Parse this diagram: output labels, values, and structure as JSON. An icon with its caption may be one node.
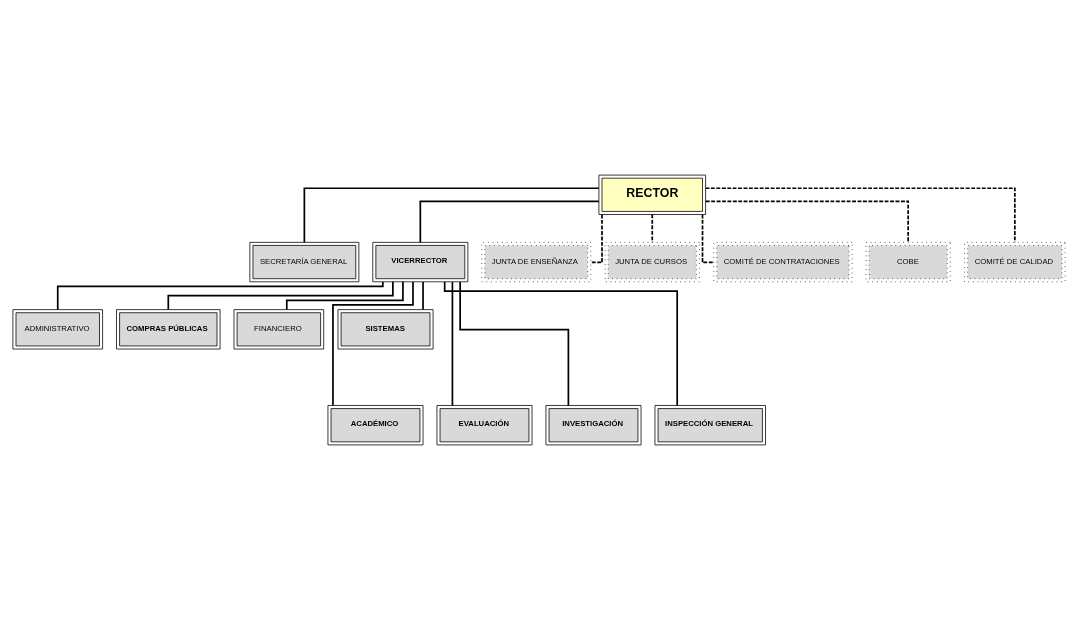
{
  "diagram": {
    "nodes": [
      {
        "text": [
          "RECTOR"
        ]
      },
      {
        "text": [
          "SECRETARÍA GENERAL"
        ]
      },
      {
        "text": [
          "VICERRECTOR"
        ]
      },
      {
        "text": [
          "JUNTA DE ENSEÑANZA"
        ]
      },
      {
        "text": [
          "JUNTA DE CURSOS"
        ]
      },
      {
        "text": [
          "COMITÉ DE CONTRATACIONES"
        ]
      },
      {
        "text": [
          "COBE"
        ]
      },
      {
        "text": [
          "COMITÉ DE CALIDAD"
        ]
      },
      {
        "text": [
          "ADMINISTRATIVO"
        ]
      },
      {
        "text": [
          "COMPRAS PÚBLICAS"
        ]
      },
      {
        "text": [
          "FINANCIERO"
        ]
      },
      {
        "text": [
          "SISTEMAS"
        ]
      },
      {
        "text": [
          "ACADÉMICO"
        ]
      },
      {
        "text": [
          "EVALUACIÓN"
        ]
      },
      {
        "text": [
          "INVESTIGACIÓN"
        ]
      },
      {
        "text": [
          "INSPECCIÓN GENERAL"
        ]
      }
    ],
    "edges": [
      {
        "from": 0,
        "to": 1,
        "arrow": "none"
      },
      {
        "from": 0,
        "to": 2,
        "arrow": "none"
      },
      {
        "from": 0,
        "to": 3,
        "arrow": "none",
        "style": "dashed"
      },
      {
        "from": 0,
        "to": 4,
        "arrow": "none",
        "style": "dashed"
      },
      {
        "from": 0,
        "to": 5,
        "arrow": "none",
        "style": "dashed"
      },
      {
        "from": 0,
        "to": 6,
        "arrow": "none",
        "style": "dashed"
      },
      {
        "from": 0,
        "to": 7,
        "arrow": "none",
        "style": "dashed"
      },
      {
        "from": 2,
        "to": 8,
        "arrow": "none"
      },
      {
        "from": 2,
        "to": 9,
        "arrow": "none"
      },
      {
        "from": 2,
        "to": 10,
        "arrow": "none"
      },
      {
        "from": 2,
        "to": 11,
        "arrow": "none"
      },
      {
        "from": 2,
        "to": 12,
        "arrow": "none"
      },
      {
        "from": 2,
        "to": 13,
        "arrow": "none"
      },
      {
        "from": 2,
        "to": 14,
        "arrow": "none"
      },
      {
        "from": 2,
        "to": 15,
        "arrow": "none"
      }
    ]
  }
}
